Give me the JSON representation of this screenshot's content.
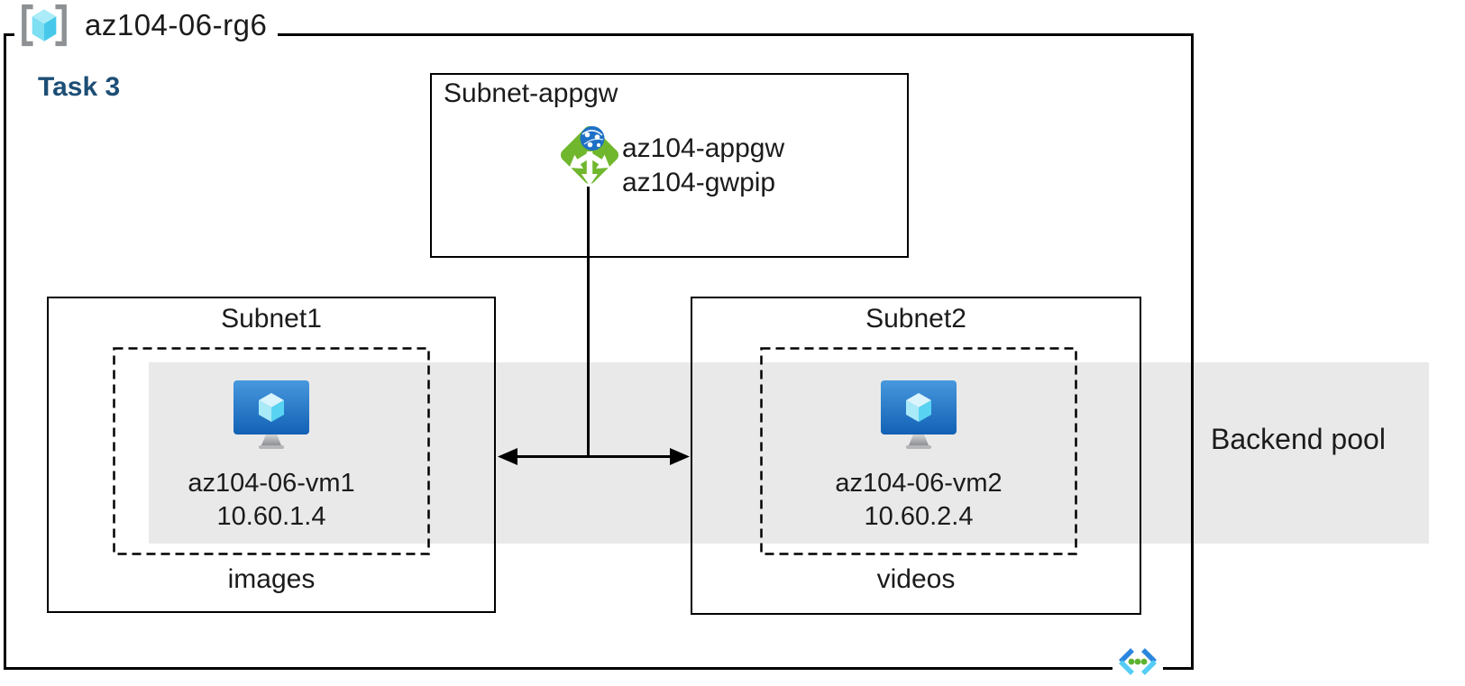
{
  "rg": {
    "name": "az104-06-rg6",
    "task": "Task 3"
  },
  "appgw_subnet": {
    "name": "Subnet-appgw",
    "gateway_name": "az104-appgw",
    "gateway_pip": "az104-gwpip"
  },
  "subnet1": {
    "name": "Subnet1",
    "vm_name": "az104-06-vm1",
    "vm_ip": "10.60.1.4",
    "caption": "images"
  },
  "subnet2": {
    "name": "Subnet2",
    "vm_name": "az104-06-vm2",
    "vm_ip": "10.60.2.4",
    "caption": "videos"
  },
  "backend_pool": {
    "label": "Backend pool"
  },
  "icons": {
    "resource_group": "resource-group-icon",
    "application_gateway": "application-gateway-icon",
    "virtual_machine": "virtual-machine-icon",
    "virtual_network": "virtual-network-icon"
  },
  "colors": {
    "task_label": "#1d4e75",
    "backend_band": "#e9e9e9",
    "appgw_green": "#71b72e",
    "appgw_globe_blue": "#1d70c6",
    "vm_screen_top": "#4798dd",
    "vm_screen_bottom": "#1261b6",
    "cube_cyan_light": "#d9f4fc",
    "cube_cyan_mid": "#a8eaf8",
    "cube_cyan_dark": "#58d4f2",
    "vnet_blue": "#2b87de",
    "vnet_cyan": "#55cdf6",
    "vnet_green": "#5cb22e",
    "line": "#000000"
  }
}
